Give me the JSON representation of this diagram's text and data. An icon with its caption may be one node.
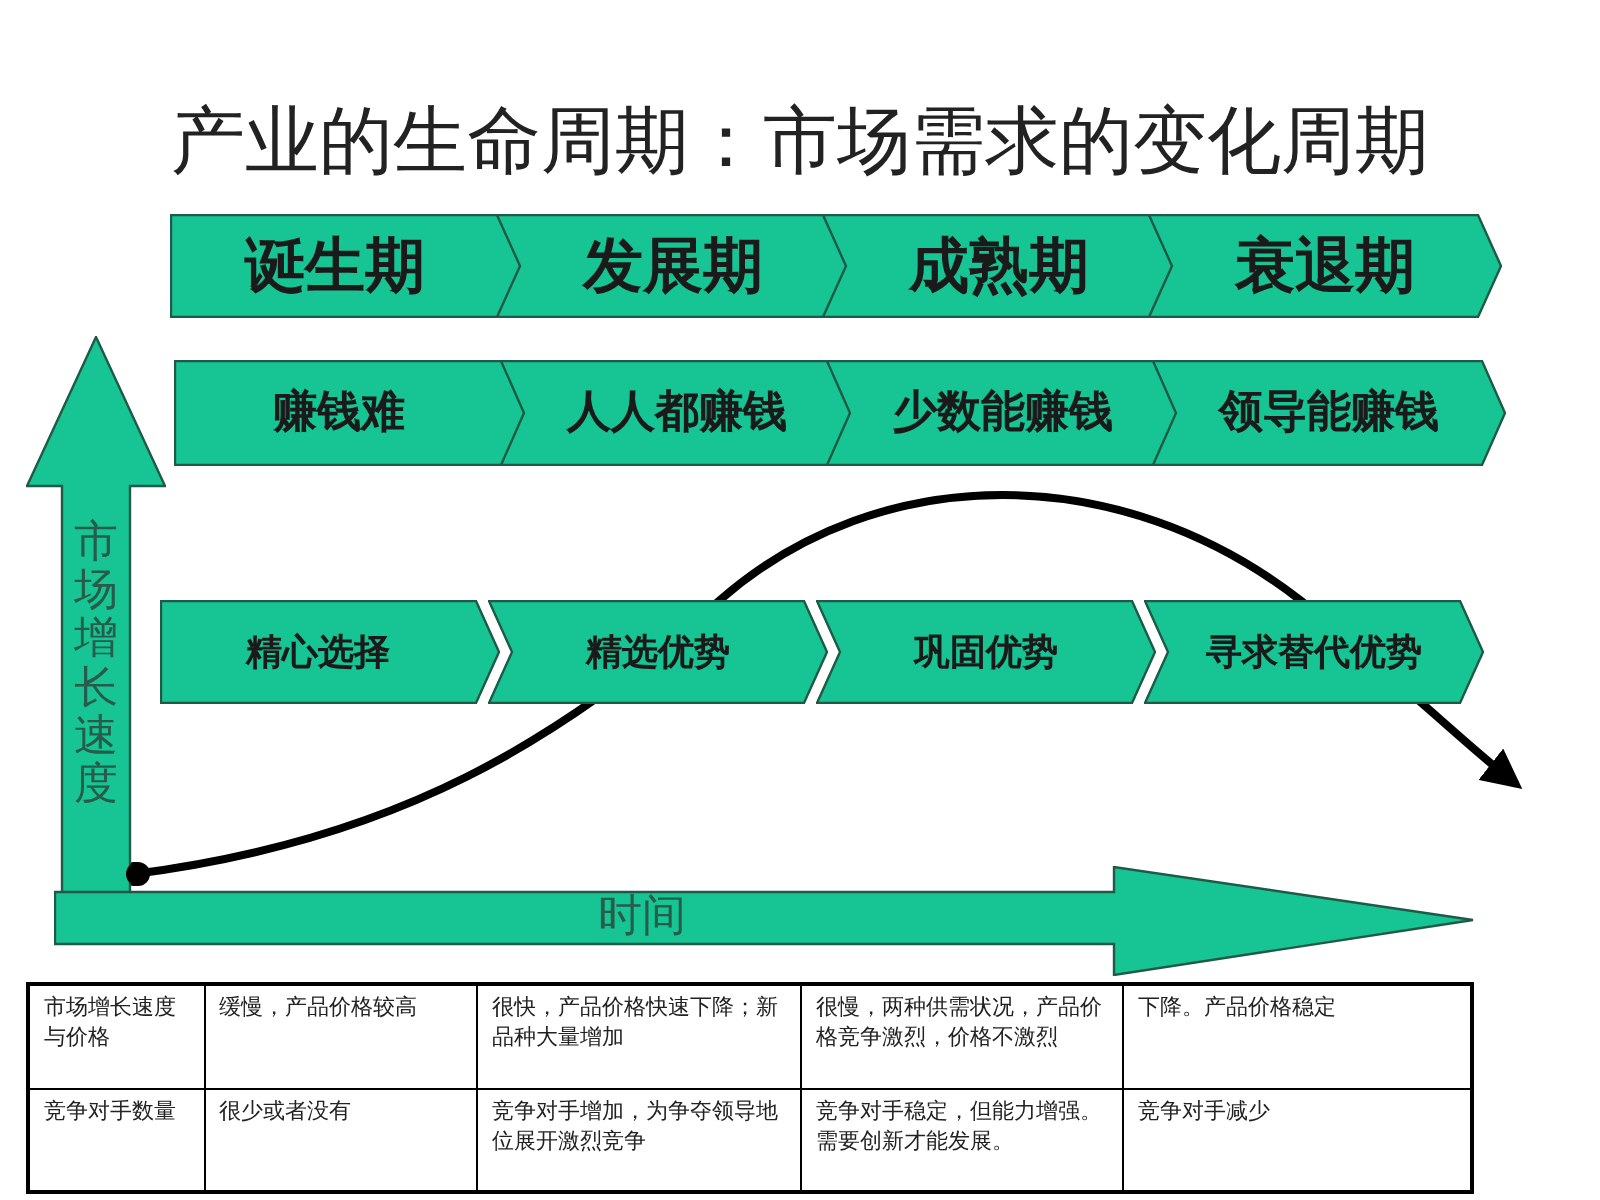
{
  "diagram": {
    "title": "产业的生命周期：市场需求的变化周期",
    "nodes": [
      {
        "text": [
          "诞生期"
        ]
      },
      {
        "text": [
          "发展期"
        ]
      },
      {
        "text": [
          "成熟期"
        ]
      },
      {
        "text": [
          "衰退期"
        ]
      },
      {
        "text": [
          "赚钱难"
        ]
      },
      {
        "text": [
          "人人都赚钱"
        ]
      },
      {
        "text": [
          "少数能赚钱"
        ]
      },
      {
        "text": [
          "领导能赚钱"
        ]
      },
      {
        "text": [
          "精心选择"
        ]
      },
      {
        "text": [
          "精选优势"
        ]
      },
      {
        "text": [
          "巩固优势"
        ]
      },
      {
        "text": [
          "寻求替代优势"
        ]
      },
      {
        "text": [
          "市场增长速度"
        ]
      },
      {
        "text": [
          "时间"
        ]
      }
    ],
    "labels": [
      "市场增长速度与价格",
      "缓慢，产品价格较高",
      "很快，产品价格快速下降；新品种大量增加",
      "很慢，两种供需状况，产品价格竞争激烈，价格不激烈",
      "下降。产品价格稳定",
      "竞争对手数量",
      "很少或者没有",
      "竞争对手增加，为争夺领导地位展开激烈竞争",
      "竞争对手稳定，但能力增强。需要创新才能发展。",
      "竞争对手减少"
    ]
  }
}
